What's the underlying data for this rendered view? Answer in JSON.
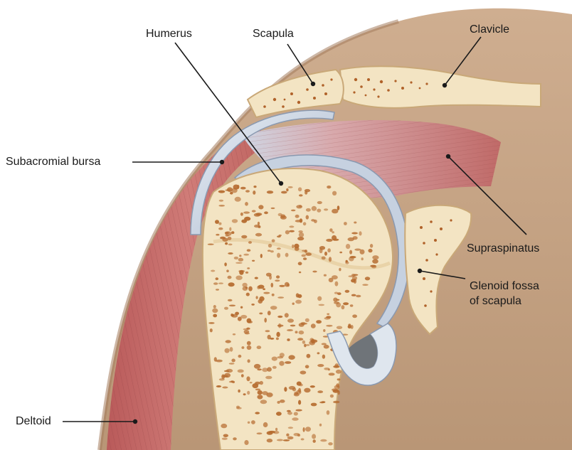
{
  "labels": {
    "humerus": "Humerus",
    "scapula": "Scapula",
    "clavicle": "Clavicle",
    "subacromial_bursa": "Subacromial bursa",
    "supraspinatus": "Supraspinatus",
    "glenoid_line1": "Glenoid fossa",
    "glenoid_line2": "of scapula",
    "deltoid": "Deltoid"
  },
  "colors": {
    "background": "#ffffff",
    "skin": "#c2a082",
    "skin_shadow": "#a8805f",
    "muscle": "#c46a68",
    "muscle_dark": "#9c4447",
    "bone": "#f3e4c3",
    "bone_pore": "#b0622a",
    "cartilage": "#c9d4e2",
    "cavity": "#6f7479",
    "leader_line": "#1a1a1a"
  }
}
